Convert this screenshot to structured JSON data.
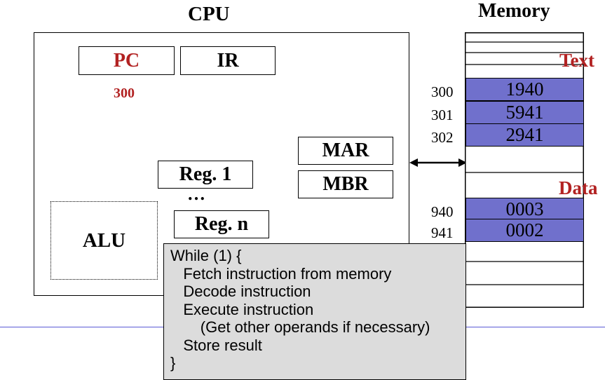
{
  "cpu": {
    "title": "CPU",
    "pc_label": "PC",
    "ir_label": "IR",
    "pc_value": "300",
    "mar_label": "MAR",
    "mbr_label": "MBR",
    "reg1_label": "Reg. 1",
    "ellipsis": "…",
    "regn_label": "Reg. n",
    "alu_label": "ALU"
  },
  "memory": {
    "title": "Memory",
    "text_label": "Text",
    "data_label": "Data",
    "text_cells": [
      {
        "address": "300",
        "value": "1940"
      },
      {
        "address": "301",
        "value": "5941"
      },
      {
        "address": "302",
        "value": "2941"
      }
    ],
    "data_cells": [
      {
        "address": "940",
        "value": "0003"
      },
      {
        "address": "941",
        "value": "0002"
      }
    ]
  },
  "code": {
    "lines": [
      "While (1) {",
      "   Fetch instruction from memory",
      "   Decode instruction",
      "   Execute instruction",
      "       (Get other operands if necessary)",
      "   Store result",
      "}"
    ]
  },
  "colors": {
    "accent_red": "#b22222",
    "memory_cell": "#7070cc",
    "code_bg": "#dcdcdc",
    "divider": "#5a5ad6"
  }
}
